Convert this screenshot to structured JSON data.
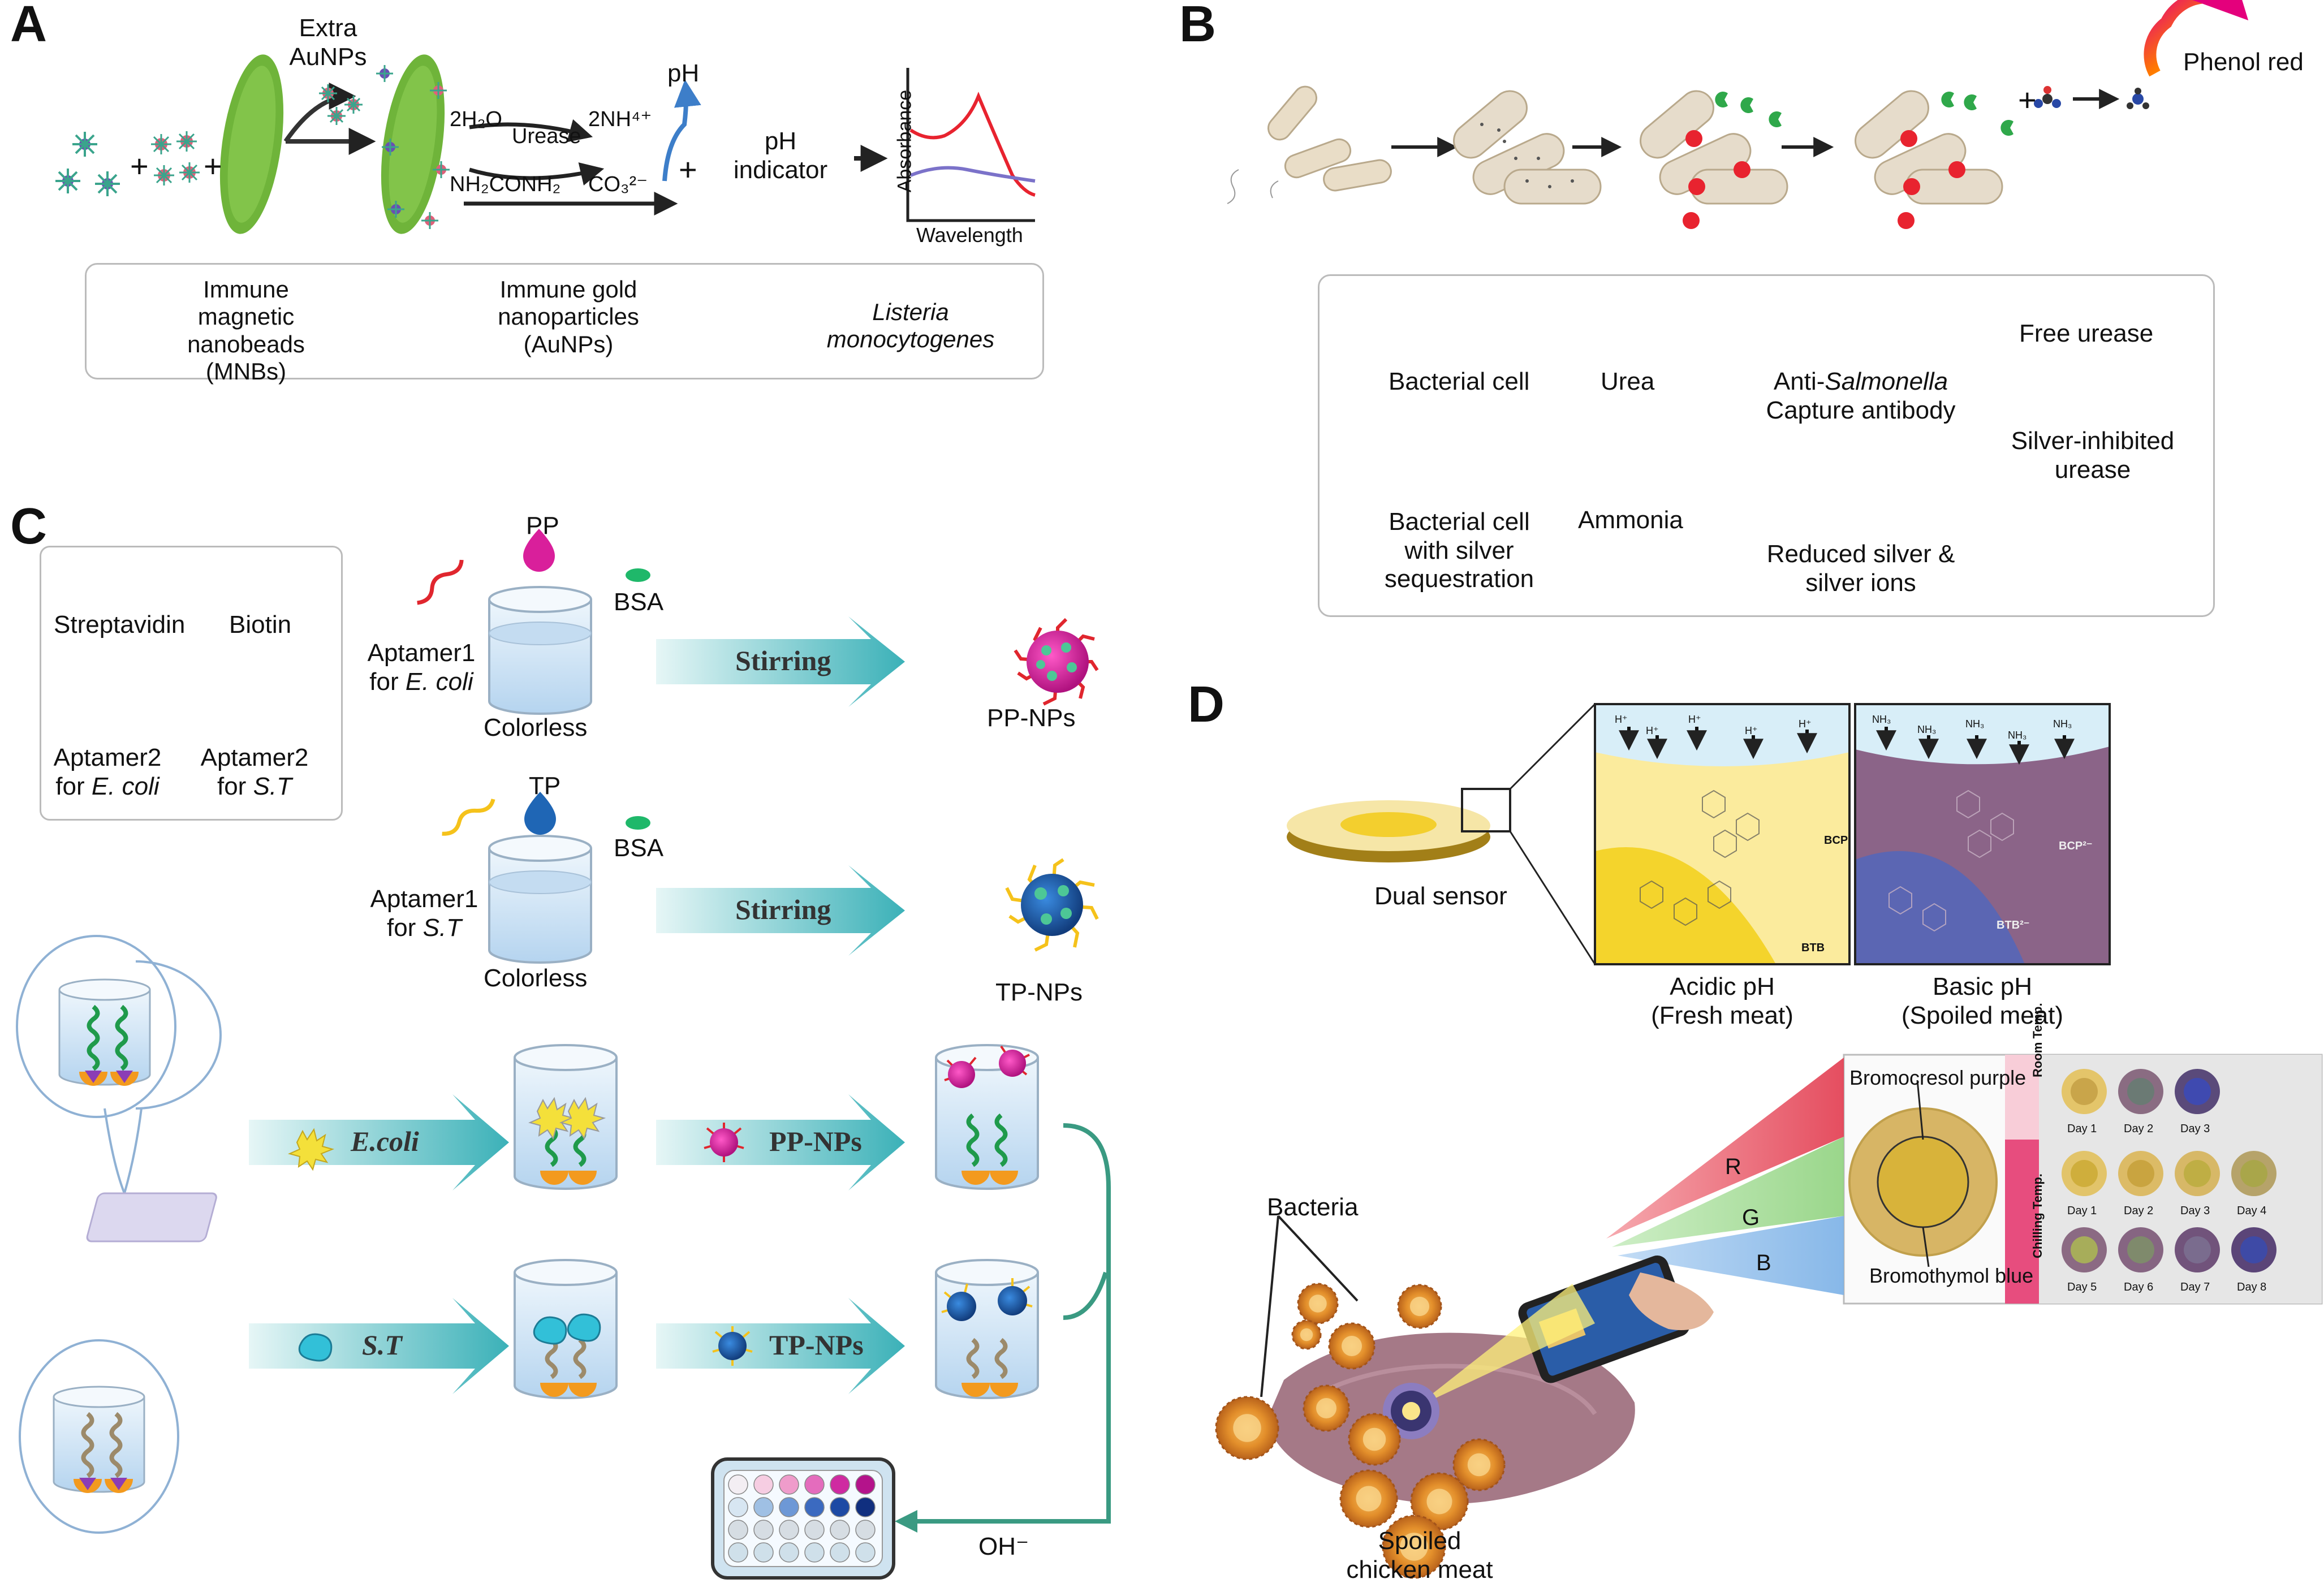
{
  "panels": {
    "a": {
      "letter": "A",
      "extra_label": "Extra\nAuNPs",
      "plus": "+",
      "reaction_water": "2H₂O",
      "reaction_enzyme": "Urease",
      "reaction_nh": "2NH⁴⁺",
      "reaction_urea": "NH₂CONH₂",
      "reaction_co3": "CO₃²⁻",
      "ph": "pH",
      "indicator": "pH\nindicator",
      "y_axis": "Absorbance",
      "x_axis": "Wavelength",
      "legend": {
        "mnb": "Immune magnetic\nnanobeads\n(MNBs)",
        "aunp": "Immune gold\nnanoparticles\n(AuNPs)",
        "listeria": "Listeria\nmonocytogenes"
      }
    },
    "b": {
      "letter": "B",
      "phenol": "Phenol red",
      "plus": "+",
      "legend": {
        "bacterial_cell": "Bacterial cell",
        "urea": "Urea",
        "antibody_pre": "Anti-",
        "antibody_italic": "Salmonella",
        "antibody_post": "Capture antibody",
        "free_urease": "Free urease",
        "silver_cell": "Bacterial cell\nwith silver\nsequestration",
        "ammonia": "Ammonia",
        "reduced_silver": "Reduced silver &\nsilver ions",
        "silver_urease": "Silver-inhibited\nurease"
      }
    },
    "c": {
      "letter": "C",
      "legend": {
        "streptavidin": "Streptavidin",
        "biotin": "Biotin",
        "apt2_ecoli_1": "Aptamer2",
        "apt2_ecoli_2": "for ",
        "apt2_ecoli_3": "E. coli",
        "apt2_st_1": "Aptamer2",
        "apt2_st_2": "for ",
        "apt2_st_3": "S.T"
      },
      "pp": "PP",
      "tp": "TP",
      "bsa": "BSA",
      "apt1_ecoli_1": "Aptamer1",
      "apt1_ecoli_2": "for ",
      "apt1_ecoli_3": "E. coli",
      "apt1_st_1": "Aptamer1",
      "apt1_st_2": "for ",
      "apt1_st_3": "S.T",
      "colorless": "Colorless",
      "stirring": "Stirring",
      "pp_nps": "PP-NPs",
      "tp_nps": "TP-NPs",
      "ecoli_arrow": "E.coli",
      "st_arrow": "S.T",
      "ppnps_arrow": "PP-NPs",
      "tpnps_arrow": "TP-NPs",
      "oh": "OH⁻"
    },
    "d": {
      "letter": "D",
      "dual_sensor": "Dual sensor",
      "h_plus": "H⁺",
      "nh3": "NH₃",
      "bcp": "BCP",
      "btb": "BTB",
      "bcp_ion": "BCP²⁻",
      "btb_ion": "BTB²⁻",
      "acidic": "Acidic pH\n(Fresh meat)",
      "basic": "Basic pH\n(Spoiled meat)",
      "bromocresol": "Bromocresol purple",
      "bromothymol": "Bromothymol blue",
      "r": "R",
      "g": "G",
      "b": "B",
      "room": "Room Temp.",
      "chilling": "Chilling Temp.",
      "days_room": [
        "Day 1",
        "Day 2",
        "Day 3"
      ],
      "days_chill_1": [
        "Day 1",
        "Day 2",
        "Day 3",
        "Day 4"
      ],
      "days_chill_2": [
        "Day 5",
        "Day 6",
        "Day 7",
        "Day 8"
      ],
      "bacteria": "Bacteria",
      "spoiled": "Spoiled\nchicken meat"
    }
  },
  "colors": {
    "listeria_green": "#6fb43a",
    "red_curve": "#e8232f",
    "purple_curve": "#7b72c9",
    "ph_arrow": "#3d7ec9",
    "arrow_teal": "#5cc4c8",
    "pp_magenta": "#d4209c",
    "tp_blue": "#1f66b5",
    "return_teal": "#3a9a82",
    "acidic_yellow": "#f5d93a",
    "basic_purple": "#8b6488",
    "basic_blue": "#5b66b3",
    "sky": "#d8eef8"
  }
}
